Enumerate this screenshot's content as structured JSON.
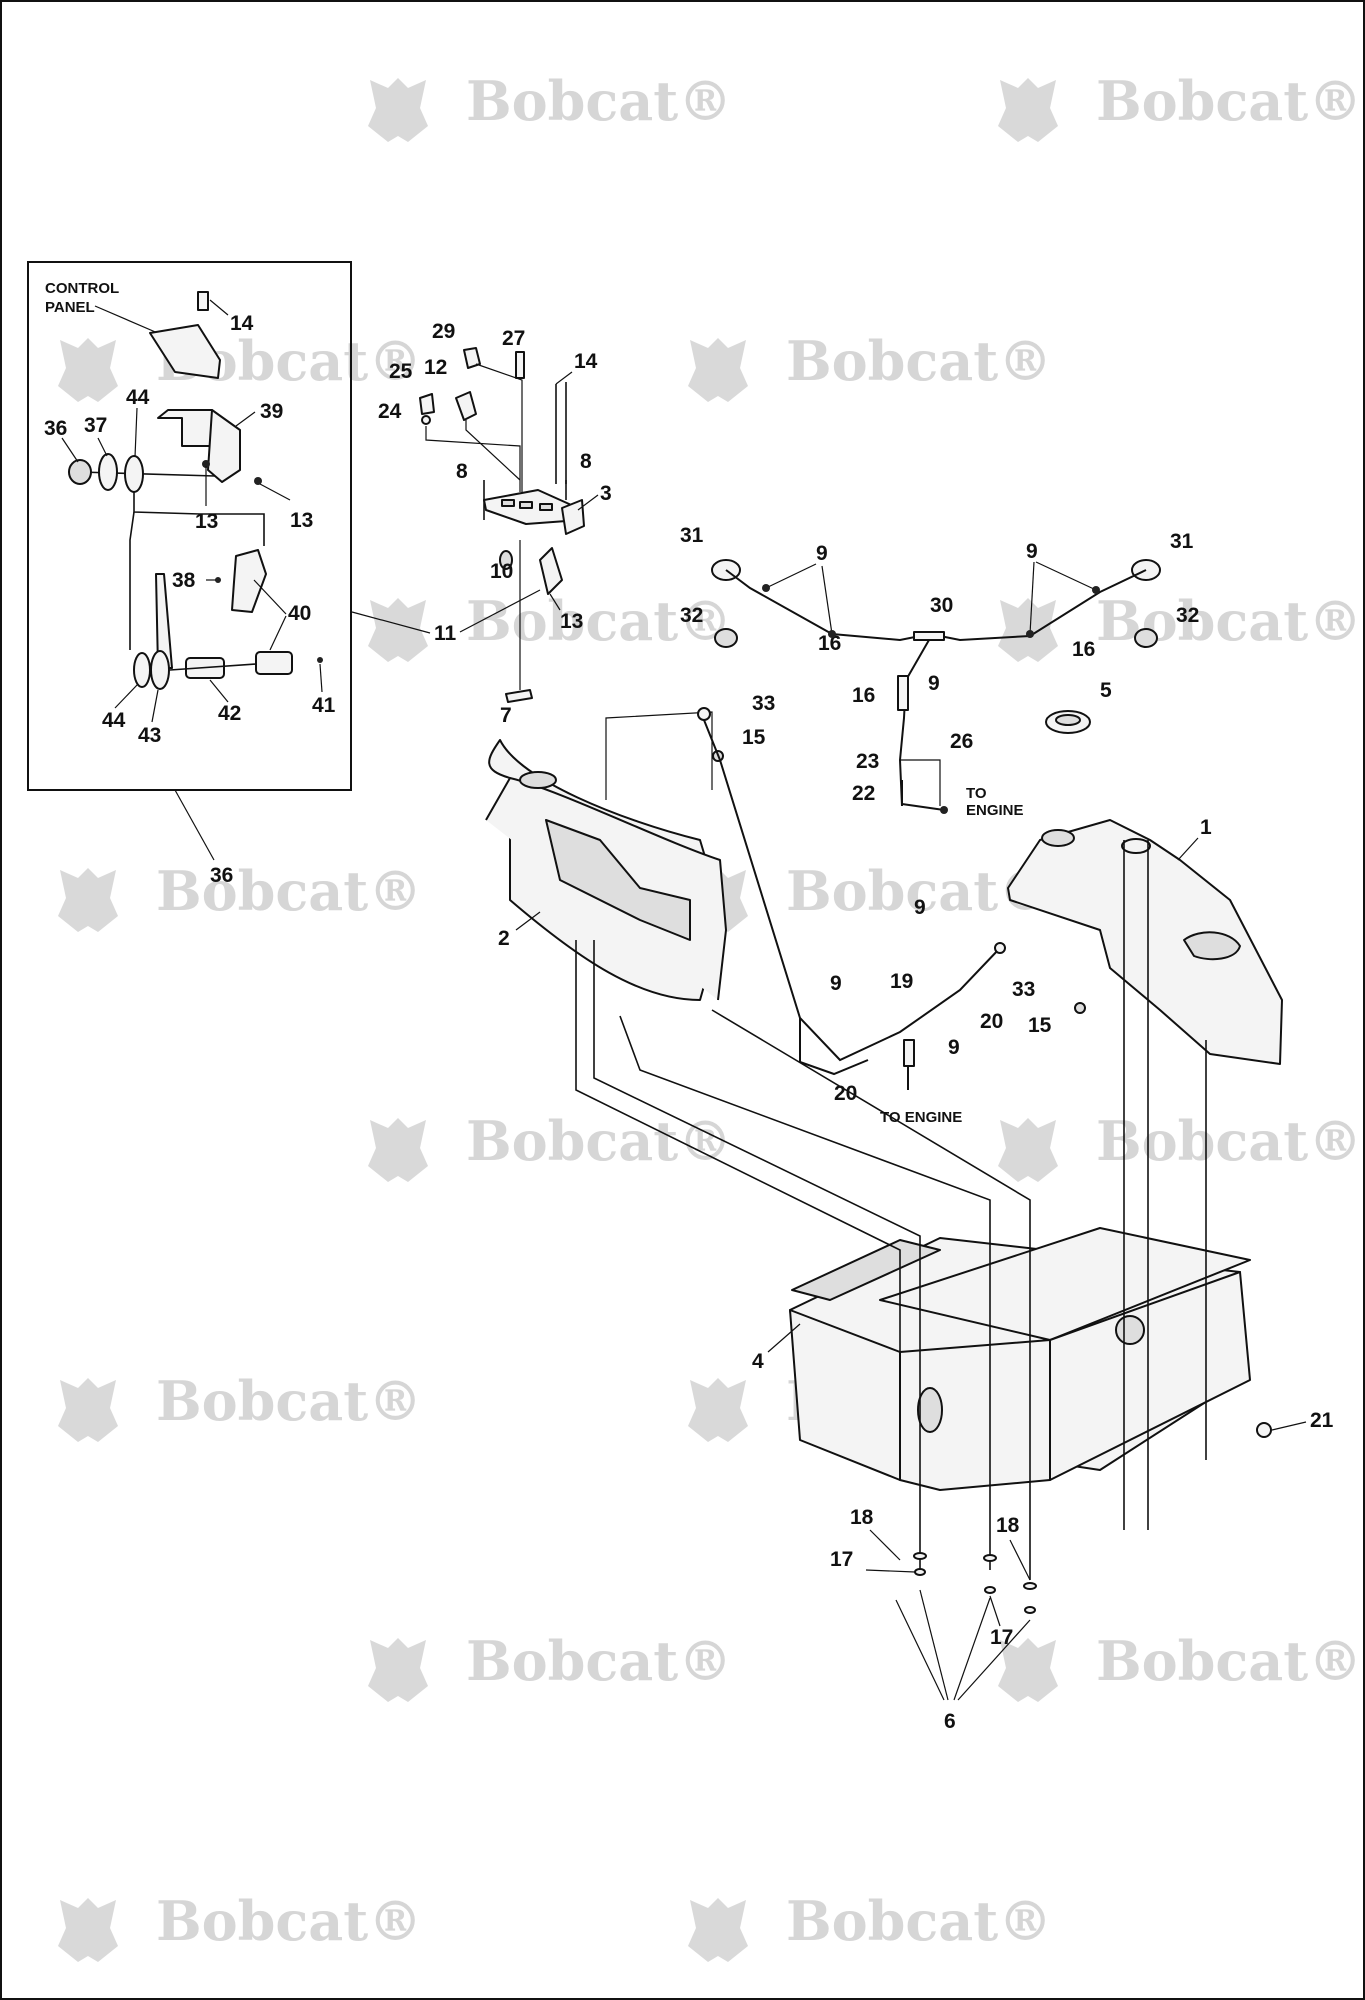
{
  "watermark": {
    "text": "Bobcat",
    "mark": "®",
    "color": "#d6d6d6"
  },
  "inset": {
    "title_line1": "CONTROL",
    "title_line2": "PANEL",
    "callouts": [
      "14",
      "44",
      "39",
      "36",
      "37",
      "13",
      "13",
      "38",
      "40",
      "44",
      "43",
      "42",
      "41"
    ],
    "ref_callout": "36"
  },
  "notes": {
    "to_engine_1_line1": "TO",
    "to_engine_1_line2": "ENGINE",
    "to_engine_2": "TO ENGINE"
  },
  "callouts": {
    "c1": "1",
    "c2": "2",
    "c3": "3",
    "c4": "4",
    "c5": "5",
    "c6": "6",
    "c7": "7",
    "c8a": "8",
    "c8b": "8",
    "c9a": "9",
    "c9b": "9",
    "c9c": "9",
    "c9d": "9",
    "c9e": "9",
    "c9f": "9",
    "c10": "10",
    "c11": "11",
    "c12": "12",
    "c13": "13",
    "c14": "14",
    "c15a": "15",
    "c15b": "15",
    "c16a": "16",
    "c16b": "16",
    "c16c": "16",
    "c17a": "17",
    "c17b": "17",
    "c18a": "18",
    "c18b": "18",
    "c19": "19",
    "c20a": "20",
    "c20b": "20",
    "c21": "21",
    "c22": "22",
    "c23": "23",
    "c24": "24",
    "c25": "25",
    "c26": "26",
    "c27": "27",
    "c29": "29",
    "c30": "30",
    "c31a": "31",
    "c31b": "31",
    "c32a": "32",
    "c32b": "32",
    "c33a": "33",
    "c33b": "33"
  }
}
